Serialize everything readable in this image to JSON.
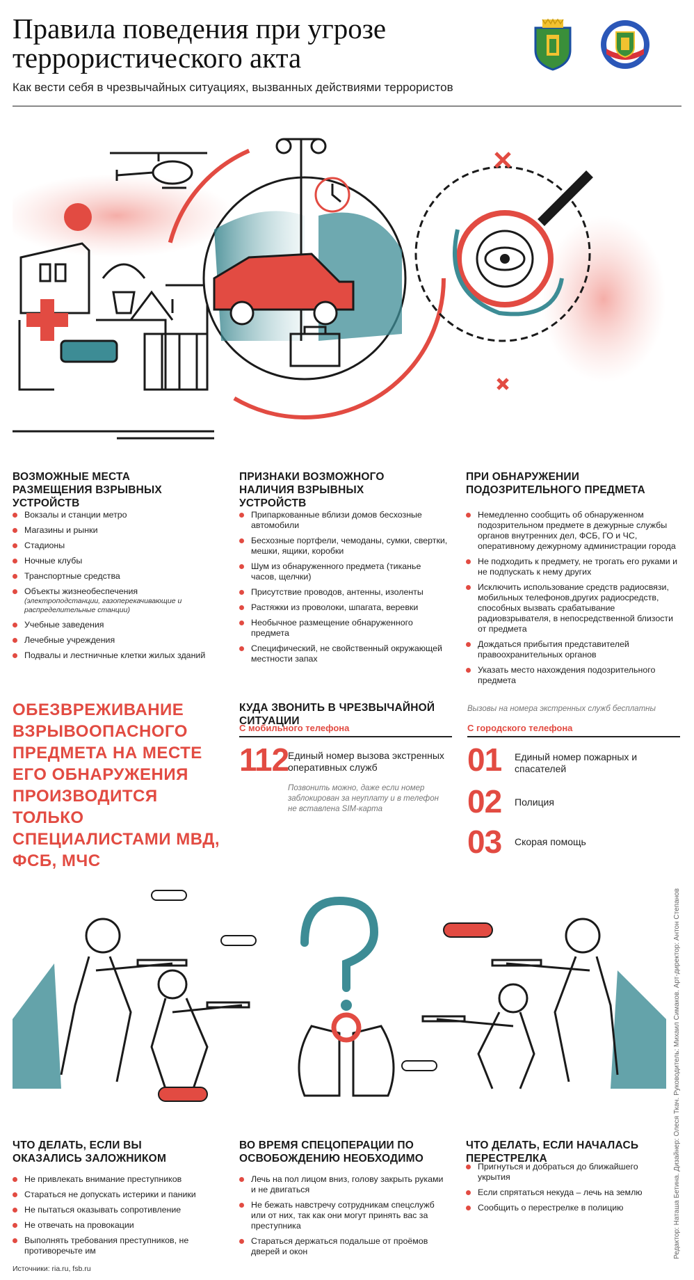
{
  "header": {
    "title": "Правила поведения при угрозе террористического акта",
    "subtitle": "Как вести себя в чрезвычайных ситуациях, вызванных действиями террористов"
  },
  "sections": {
    "places": {
      "heading": "ВОЗМОЖНЫЕ МЕСТА РАЗМЕЩЕНИЯ ВЗРЫВНЫХ УСТРОЙСТВ",
      "items": [
        "Вокзалы и станции метро",
        "Магазины и рынки",
        "Стадионы",
        "Ночные клубы",
        "Транспортные средства",
        "Объекты жизнеобеспечения",
        "Учебные заведения",
        "Лечебные учреждения",
        "Подвалы и лестничные клетки жилых зданий"
      ],
      "item_6_note": "(электроподстанции, газоперекачивающие и распределительные станции)"
    },
    "signs": {
      "heading": "ПРИЗНАКИ ВОЗМОЖНОГО НАЛИЧИЯ ВЗРЫВНЫХ УСТРОЙСТВ",
      "items": [
        "Припаркованные вблизи домов бесхозные автомобили",
        "Бесхозные портфели, чемоданы, сумки, свертки, мешки, ящики, коробки",
        "Шум из обнаруженного предмета (тиканье часов, щелчки)",
        "Присутствие проводов, антенны, изоленты",
        "Растяжки из проволоки, шпагата, веревки",
        "Необычное размещение обнаруженного предмета",
        "Специфический, не свойственный окружающей местности запах"
      ]
    },
    "suspicious": {
      "heading": "ПРИ ОБНАРУЖЕНИИ ПОДОЗРИТЕЛЬНОГО ПРЕДМЕТА",
      "items": [
        "Немедленно сообщить об обнаруженном подозрительном предмете в дежурные службы органов внутренних дел, ФСБ, ГО и ЧС, оперативному дежурному администрации города",
        "Не подходить к предмету, не трогать его руками и не подпускать к нему других",
        "Исключить использование средств радиосвязи, мобильных телефонов,других радиосредств, способных вызвать срабатывание радиовзрывателя, в непосредственной близости от предмета",
        "Дождаться прибытия представителей правоохранительных органов",
        "Указать место нахождения подозрительного предмета"
      ]
    },
    "neutralize": {
      "text": "ОБЕЗВРЕЖИВАНИЕ ВЗРЫВООПАСНОГО ПРЕДМЕТА НА МЕСТЕ ЕГО ОБНАРУЖЕНИЯ ПРОИЗВОДИТСЯ ТОЛЬКО СПЕЦИАЛИСТАМИ МВД, ФСБ, МЧС"
    },
    "call": {
      "heading": "КУДА ЗВОНИТЬ В ЧРЕЗВЫЧАЙНОЙ СИТУАЦИИ",
      "free_note": "Вызовы на номера экстренных служб бесплатны",
      "mobile_label": "С мобильного телефона",
      "mobile_number": "112",
      "mobile_text": "Единый номер вызова экстренных оперативных служб",
      "mobile_note": "Позвонить можно, даже если номер заблокирован за неуплату и в телефон не вставлена SIM-карта",
      "landline_label": "С городского телефона",
      "landline": [
        {
          "number": "01",
          "text": "Единый номер пожарных и спасателей"
        },
        {
          "number": "02",
          "text": "Полиция"
        },
        {
          "number": "03",
          "text": "Скорая помощь"
        }
      ]
    },
    "hostage": {
      "heading": "ЧТО ДЕЛАТЬ, ЕСЛИ ВЫ ОКАЗАЛИСЬ ЗАЛОЖНИКОМ",
      "items": [
        "Не привлекать внимание преступников",
        "Стараться не допускать истерики и паники",
        "Не пытаться оказывать сопротивление",
        "Не отвечать на провокации",
        "Выполнять требования преступников, не противоречьте им"
      ]
    },
    "operation": {
      "heading": "ВО ВРЕМЯ СПЕЦОПЕРАЦИИ ПО ОСВОБОЖДЕНИЮ НЕОБХОДИМО",
      "items": [
        "Лечь на пол лицом вниз, голову закрыть руками и не двигаться",
        "Не бежать навстречу сотрудникам спецслужб или от них, так как они могут принять вас за преступника",
        "Стараться держаться подальше от проёмов дверей и окон"
      ]
    },
    "shooting": {
      "heading": "ЧТО ДЕЛАТЬ, ЕСЛИ НАЧАЛАСЬ ПЕРЕСТРЕЛКА",
      "items": [
        "Пригнуться и добраться до ближайшего укрытия",
        "Если спрятаться некуда – лечь на землю",
        "Сообщить о перестрелке в полицию"
      ]
    }
  },
  "footer": {
    "sources": "Источники: ria.ru, fsb.ru",
    "credits": "Редактор: Наташа Бетина. Дизайнер: Олеся Ткач. Руководитель: Михаил Симаков. Арт-директор: Антон Степанов"
  },
  "colors": {
    "accent": "#e24b42",
    "teal": "#3d8c95",
    "ink": "#1a1a1a"
  },
  "icons": [
    "city-illustration",
    "car-bomb-illustration",
    "suspicious-object-illustration",
    "soldiers-left-illustration",
    "hostage-hands-illustration",
    "soldiers-right-illustration",
    "emblem-left",
    "emblem-right"
  ]
}
